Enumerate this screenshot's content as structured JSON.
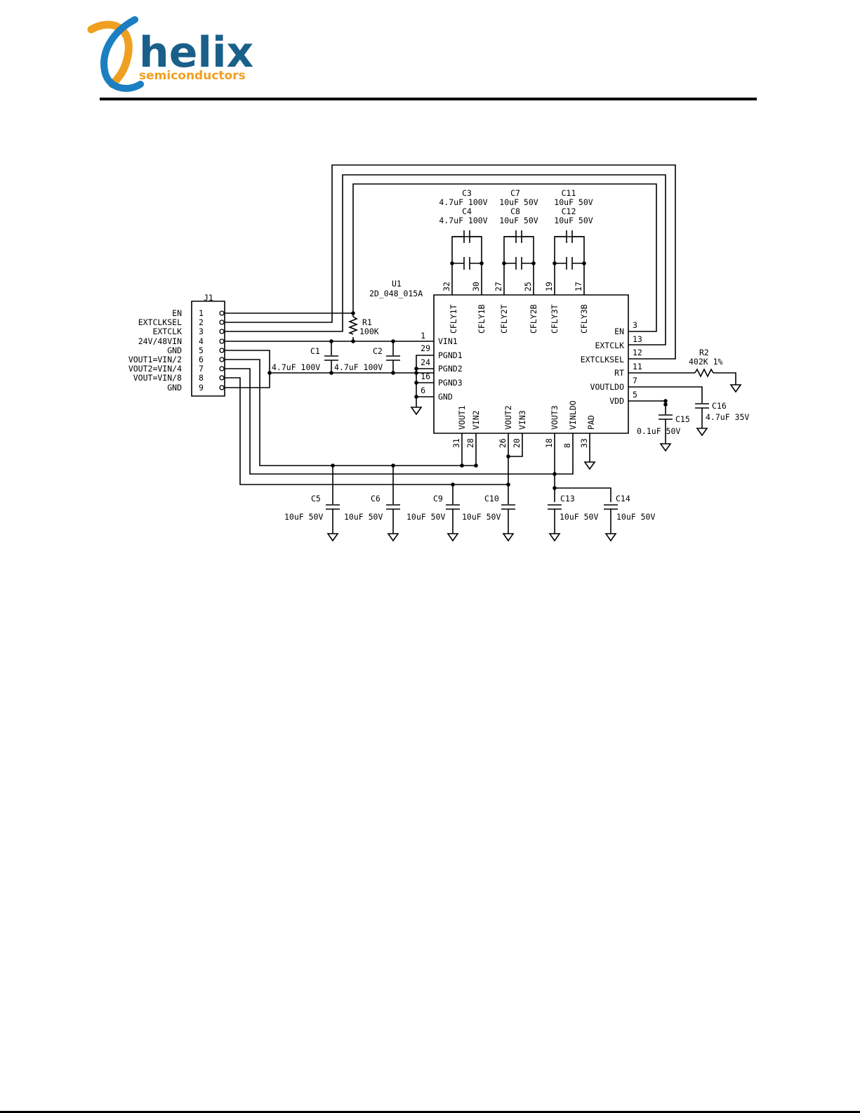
{
  "logo": {
    "brand": "helix",
    "tagline": "semiconductors",
    "colors": {
      "brand": "#1a5f8a",
      "accent_orange": "#f0a020",
      "accent_blue": "#1b7fc1"
    }
  },
  "connector": {
    "ref": "J1",
    "pins": [
      {
        "num": "1",
        "name": "EN"
      },
      {
        "num": "2",
        "name": "EXTCLKSEL"
      },
      {
        "num": "3",
        "name": "EXTCLK"
      },
      {
        "num": "4",
        "name": "24V/48VIN"
      },
      {
        "num": "5",
        "name": "GND"
      },
      {
        "num": "6",
        "name": "VOUT1=VIN/2"
      },
      {
        "num": "7",
        "name": "VOUT2=VIN/4"
      },
      {
        "num": "8",
        "name": "VOUT=VIN/8"
      },
      {
        "num": "9",
        "name": "GND"
      }
    ]
  },
  "ic": {
    "ref": "U1",
    "part": "2D_048_015A",
    "top_pins": [
      {
        "num": "32",
        "name": "CFLY1T"
      },
      {
        "num": "30",
        "name": "CFLY1B"
      },
      {
        "num": "27",
        "name": "CFLY2T"
      },
      {
        "num": "25",
        "name": "CFLY2B"
      },
      {
        "num": "19",
        "name": "CFLY3T"
      },
      {
        "num": "17",
        "name": "CFLY3B"
      }
    ],
    "left_pins": [
      {
        "num": "1",
        "name": "VIN1"
      },
      {
        "num": "29",
        "name": "PGND1"
      },
      {
        "num": "24",
        "name": "PGND2"
      },
      {
        "num": "16",
        "name": "PGND3"
      },
      {
        "num": "6",
        "name": "GND"
      }
    ],
    "right_pins": [
      {
        "num": "3",
        "name": "EN"
      },
      {
        "num": "13",
        "name": "EXTCLK"
      },
      {
        "num": "12",
        "name": "EXTCLKSEL"
      },
      {
        "num": "11",
        "name": "RT"
      },
      {
        "num": "7",
        "name": "VOUTLDO"
      },
      {
        "num": "5",
        "name": "VDD"
      }
    ],
    "bottom_pins": [
      {
        "num": "31",
        "name": "VOUT1"
      },
      {
        "num": "28",
        "name": "VIN2"
      },
      {
        "num": "26",
        "name": "VOUT2"
      },
      {
        "num": "20",
        "name": "VIN3"
      },
      {
        "num": "18",
        "name": "VOUT3"
      },
      {
        "num": "8",
        "name": "VINLDO"
      },
      {
        "num": "33",
        "name": "PAD"
      }
    ]
  },
  "flying_caps": [
    {
      "ref_a": "C3",
      "ref_b": "C4",
      "val_a": "4.7uF 100V",
      "val_b": "4.7uF 100V"
    },
    {
      "ref_a": "C7",
      "ref_b": "C8",
      "val_a": "10uF 50V",
      "val_b": "10uF 50V"
    },
    {
      "ref_a": "C11",
      "ref_b": "C12",
      "val_a": "10uF 50V",
      "val_b": "10uF 50V"
    }
  ],
  "r1": {
    "ref": "R1",
    "value": "100K"
  },
  "r2": {
    "ref": "R2",
    "value": "402K 1%"
  },
  "c1": {
    "ref": "C1",
    "value": "4.7uF 100V"
  },
  "c2": {
    "ref": "C2",
    "value": "4.7uF 100V"
  },
  "c15": {
    "ref": "C15",
    "value": "0.1uF 50V"
  },
  "c16": {
    "ref": "C16",
    "value": "4.7uF 35V"
  },
  "output_caps": [
    {
      "ref": "C5",
      "value": "10uF 50V"
    },
    {
      "ref": "C6",
      "value": "10uF 50V"
    },
    {
      "ref": "C9",
      "value": "10uF 50V"
    },
    {
      "ref": "C10",
      "value": "10uF 50V"
    },
    {
      "ref": "C13",
      "value": "10uF 50V"
    },
    {
      "ref": "C14",
      "value": "10uF 50V"
    }
  ]
}
